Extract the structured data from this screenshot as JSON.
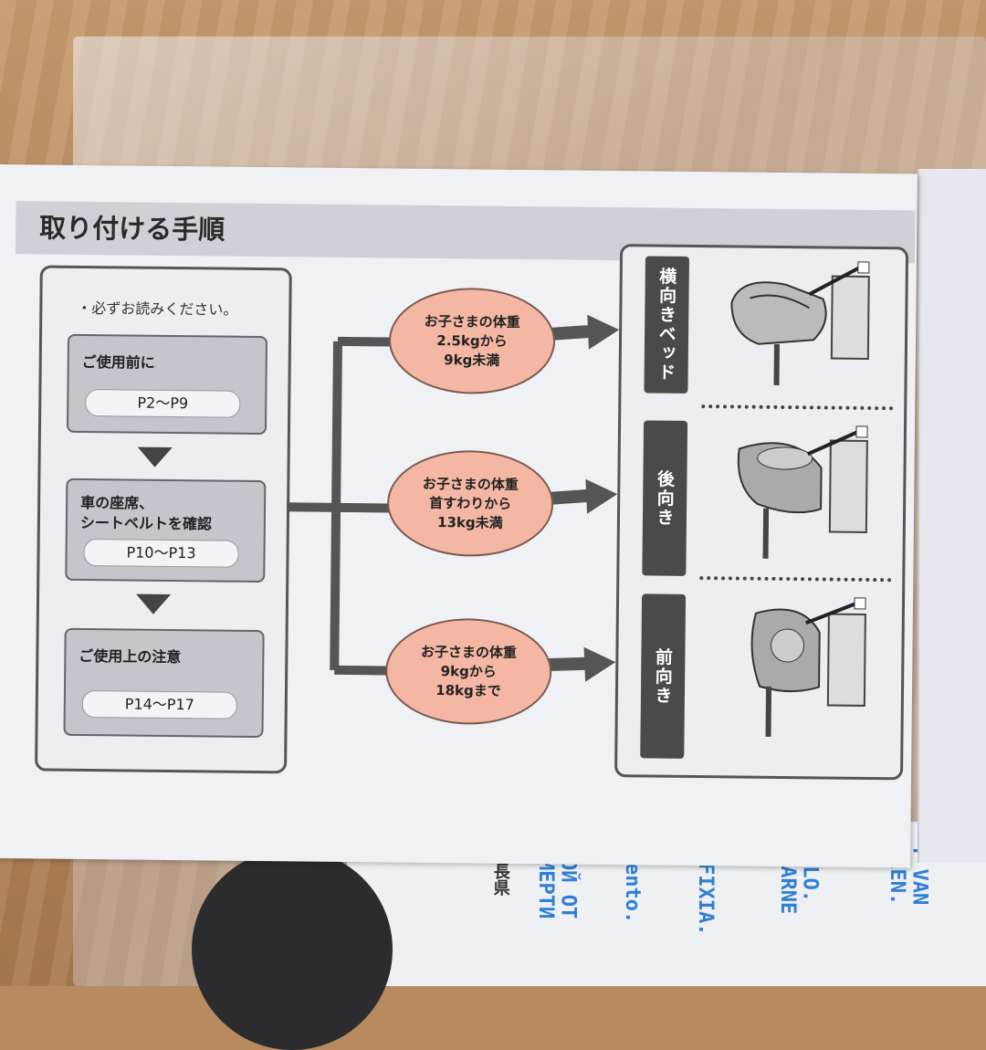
{
  "manual": {
    "title": "取り付ける手順",
    "note": "・必ずお読みください。",
    "steps": [
      {
        "label": "ご使用前に",
        "pages": "P2〜P9"
      },
      {
        "label": "車の座席、\nシートベルトを確認",
        "pages": "P10〜P13"
      },
      {
        "label": "ご使用上の注意",
        "pages": "P14〜P17"
      }
    ],
    "weights": [
      {
        "text": "お子さまの体重\n2.5kgから\n9kg未満"
      },
      {
        "text": "お子さまの体重\n首すわりから\n13kg未満"
      },
      {
        "text": "お子さまの体重\n9kgから\n18kgまで"
      }
    ],
    "modes": [
      {
        "label": "横向きベッド"
      },
      {
        "label": "後向き"
      },
      {
        "label": "前向き"
      }
    ]
  },
  "background_text": {
    "col1": "長県",
    "col2": "ОЙ ОТ\nМЕРТИ",
    "col3": "ento.",
    "col4": "FIXIA.",
    "col5": "OLO.\nTARNE",
    "col6": "T VAN\nKKEN."
  },
  "colors": {
    "oval": "#f4b7a3",
    "tab": "#4a4a4a",
    "step": "#c4c6cb"
  }
}
